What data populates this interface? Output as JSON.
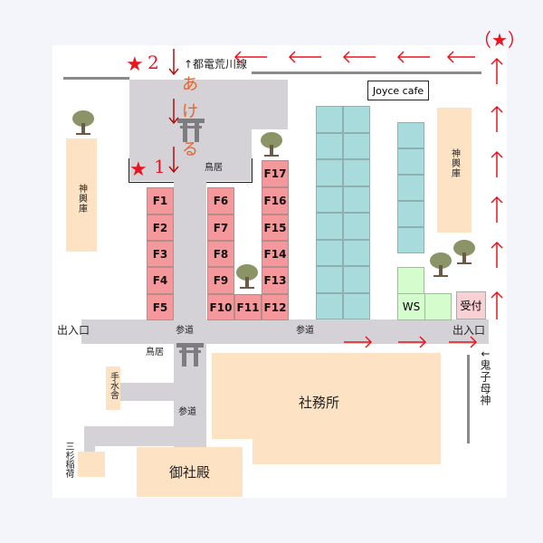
{
  "title_line": "↑都電荒川線",
  "star_labels": {
    "s1": "1",
    "s2": "2",
    "start": "（★）"
  },
  "route_letters": [
    "あ",
    "け",
    "る"
  ],
  "torii": "鳥居",
  "mikoshi": "神輿庫",
  "stalls_f": [
    "F1",
    "F2",
    "F3",
    "F4",
    "F5",
    "F6",
    "F7",
    "F8",
    "F9",
    "F10",
    "F11",
    "F12",
    "F13",
    "F14",
    "F15",
    "F16",
    "F17"
  ],
  "cafe": "Joyce cafe",
  "ws": "WS",
  "reception": "受付",
  "entrance": "出入口",
  "sando": "参道",
  "temizuya": "手水舎",
  "misugi": "三杉稲荷",
  "shamusho": "社務所",
  "goshaden": "御社殿",
  "kishimojin": "↓鬼子母神",
  "colors": {
    "stall": "#f4989b",
    "teal": "#a8dcdc",
    "green": "#d4fccc",
    "beige": "#fde3c3",
    "arrow": "#e8141e",
    "path": "#d4d2d6"
  }
}
